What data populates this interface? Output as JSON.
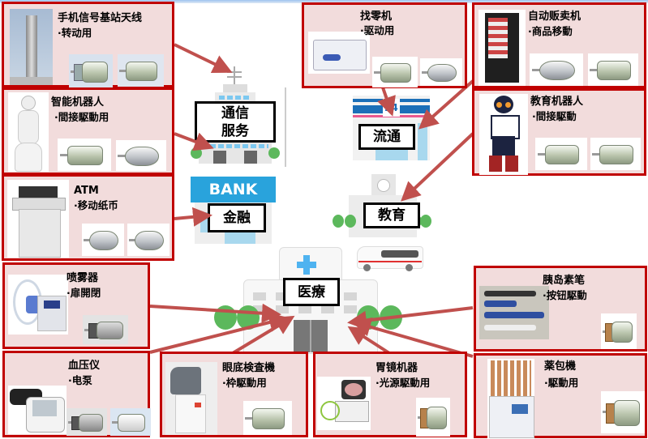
{
  "colors": {
    "box_border": "#c00000",
    "box_fill": "#f2dcdc",
    "arrow": "#c0504d",
    "label_border": "#000000"
  },
  "categories": {
    "telecom": "通信\n服务",
    "telecom_line1": "通信",
    "telecom_line2": "服务",
    "retail": "流通",
    "finance": "金融",
    "bank_sign": "BANK",
    "education": "教育",
    "medical": "医療",
    "store_sign": "24"
  },
  "applications": [
    {
      "id": "base-station",
      "title": "手机信号基站天线",
      "use": "·转动用",
      "category": "telecom",
      "motors": 2
    },
    {
      "id": "smart-robot",
      "title": "智能机器人",
      "use": "·間接駆動用",
      "category": "telecom",
      "motors": 2
    },
    {
      "id": "atm",
      "title": "ATM",
      "use": "·移动纸币",
      "category": "finance",
      "motors": 2
    },
    {
      "id": "change-machine",
      "title": "找零机",
      "use": "·驱动用",
      "category": "retail",
      "motors": 2
    },
    {
      "id": "vending-machine",
      "title": "自动贩卖机",
      "use": "·商品移動",
      "category": "retail",
      "motors": 2
    },
    {
      "id": "edu-robot",
      "title": "教育机器人",
      "use": "·間接駆動",
      "category": "education",
      "motors": 2
    },
    {
      "id": "nebulizer",
      "title": "喷雾器",
      "use": "·扉開閉",
      "category": "medical",
      "motors": 1
    },
    {
      "id": "blood-pressure",
      "title": "血压仪",
      "use": "·电泵",
      "category": "medical",
      "motors": 2
    },
    {
      "id": "fundus-camera",
      "title": "眼底検査機",
      "use": "·枠駆動用",
      "category": "medical",
      "motors": 1
    },
    {
      "id": "endoscope",
      "title": "胃镜机器",
      "use": "·光源駆動用",
      "category": "medical",
      "motors": 1
    },
    {
      "id": "insulin-pen",
      "title": "胰岛素笔",
      "use": "·按钮駆動",
      "category": "medical",
      "motors": 1
    },
    {
      "id": "medicine-packer",
      "title": "薬包機",
      "use": "·駆動用",
      "category": "medical",
      "motors": 1
    }
  ]
}
